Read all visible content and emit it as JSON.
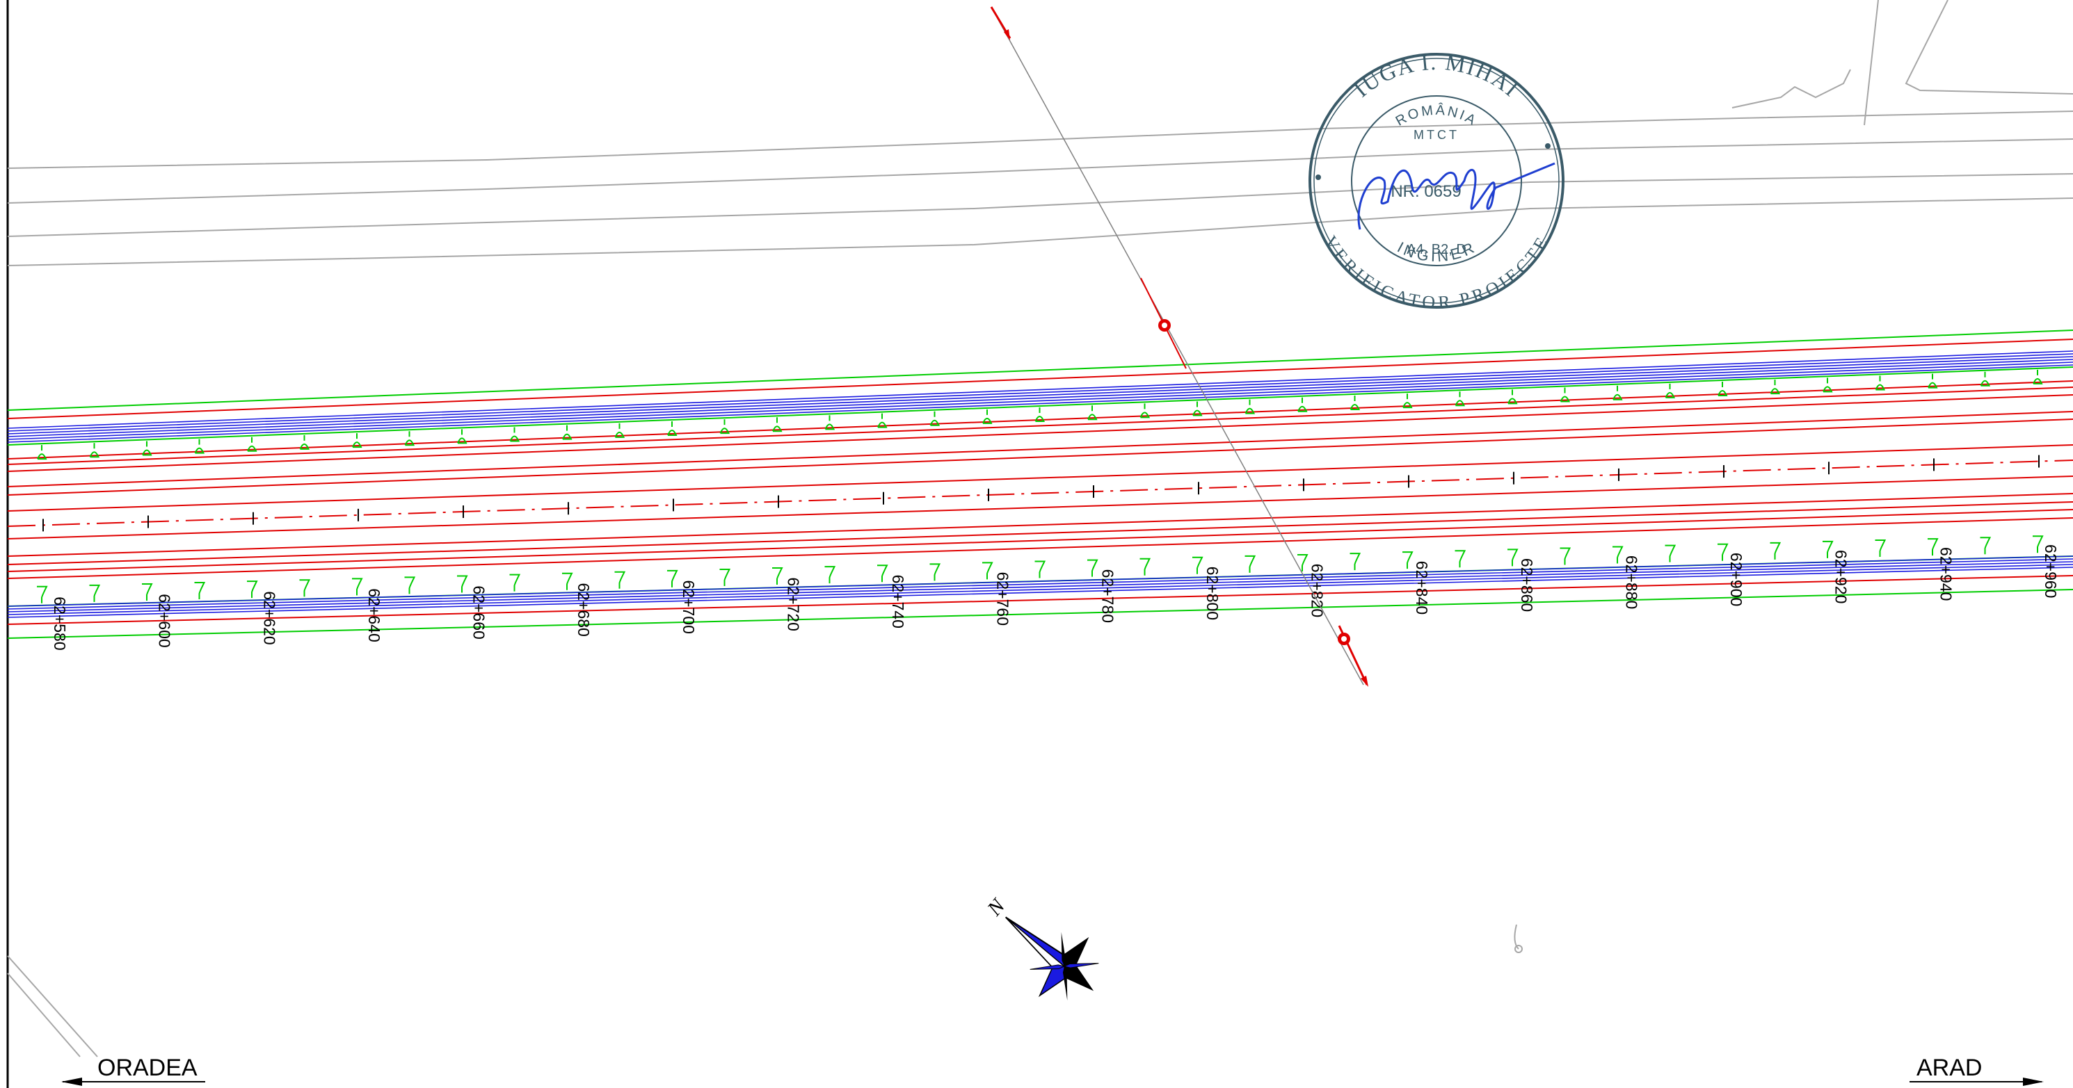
{
  "drawing": {
    "title": "",
    "chainages": [
      "62+580",
      "62+600",
      "62+620",
      "62+640",
      "62+660",
      "62+680",
      "62+700",
      "62+720",
      "62+740",
      "62+760",
      "62+780",
      "62+800",
      "62+820",
      "62+840",
      "62+860",
      "62+880",
      "62+900",
      "62+920",
      "62+940",
      "62+960"
    ],
    "direction_left": "ORADEA",
    "direction_right": "ARAD",
    "north_label": "N"
  },
  "stamp": {
    "name": "IUGA I. MIHAI",
    "country": "ROMÂNIA",
    "authority": "MTCT",
    "number": "NR. 0659",
    "categories": "A4, B2, D",
    "title_line1": "INGINER",
    "title_line2": "VERIFICATOR PROIECTE"
  },
  "colors": {
    "edge_line": "#e00000",
    "embankment": "#00cc00",
    "carriageway_hatch": "#1a1ae0",
    "context_lines": "#a6a6a6",
    "stamp_ink": "#3a5a68",
    "signature_ink": "#1f3fd0"
  }
}
